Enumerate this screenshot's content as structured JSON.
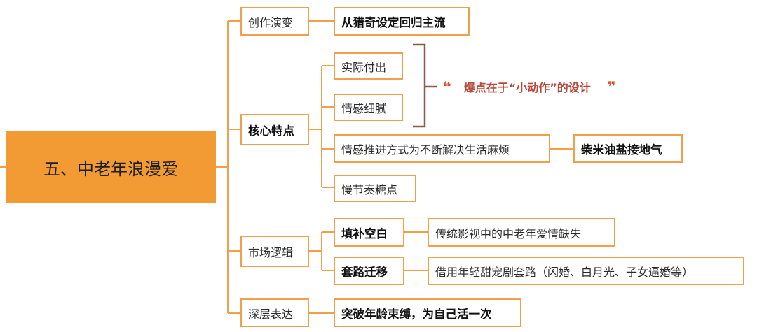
{
  "root": {
    "label": "五、中老年浪漫爱"
  },
  "branches": {
    "evolution": {
      "label": "创作演变",
      "leaf": "从猎奇设定回归主流"
    },
    "core": {
      "label": "核心特点",
      "items": [
        "实际付出",
        "情感细腻",
        "情感推进方式为不断解决生活麻烦",
        "慢节奏糖点"
      ],
      "quote": "爆点在于“小动作”的设计",
      "quote_open": "❝",
      "quote_close": "❞",
      "grounded": "柴米油盐接地气"
    },
    "market": {
      "label": "市场逻辑",
      "fill_gap": "填补空白",
      "fill_gap_detail": "传统影视中的中老年爱情缺失",
      "routine_shift": "套路迁移",
      "routine_shift_detail": "借用年轻甜宠剧套路（闪婚、白月光、子女逼婚等）"
    },
    "deep": {
      "label": "深层表达",
      "leaf": "突破年龄束缚，为自己活一次"
    }
  },
  "colors": {
    "root_fill": "#f29b34",
    "border": "#f0a04b",
    "quote_text": "#b54a3a",
    "bracket": "#8a5a4a"
  }
}
